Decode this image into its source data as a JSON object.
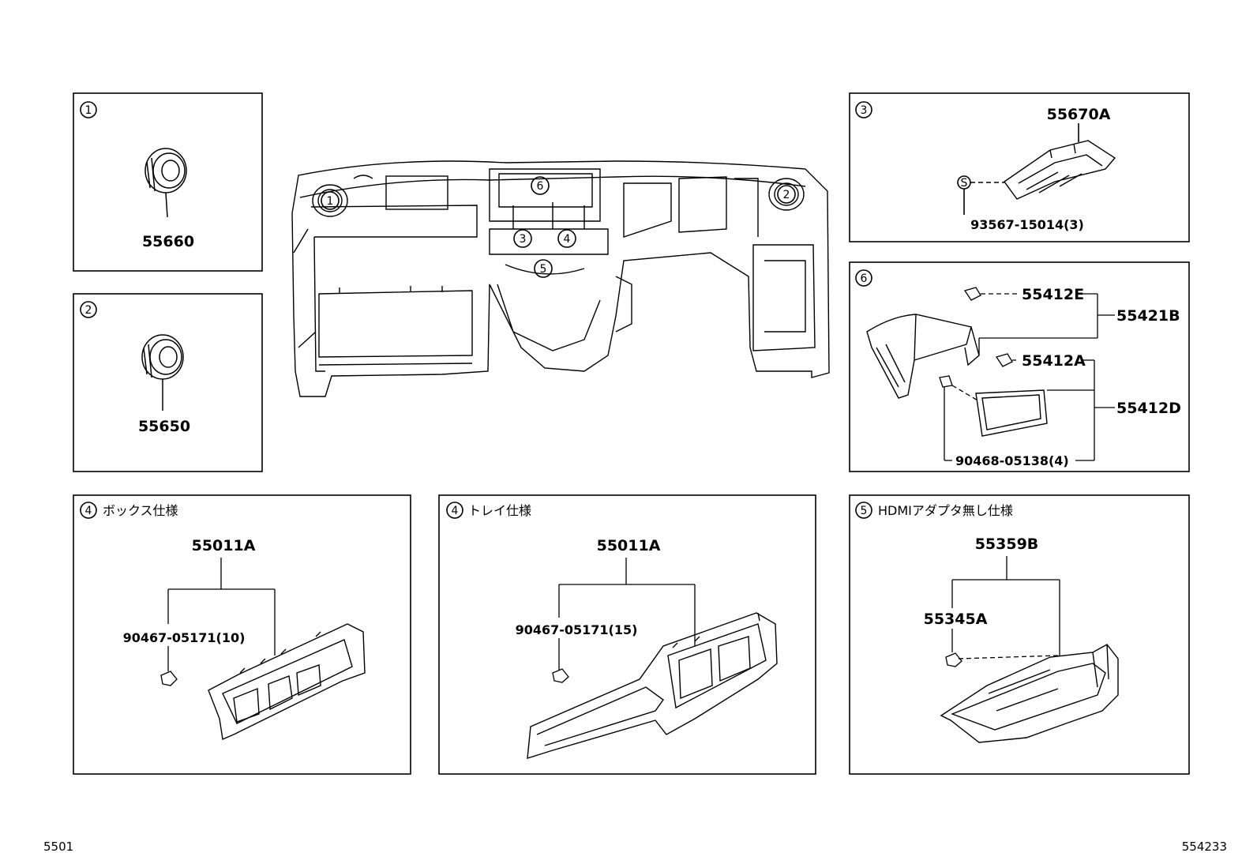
{
  "panels": {
    "p1": {
      "badge": "1",
      "part": "55660"
    },
    "p2": {
      "badge": "2",
      "part": "55650"
    },
    "p3": {
      "badge": "3",
      "part_main": "55670A",
      "part_screw": "93567-15014(3)",
      "screw_mark": "S"
    },
    "p6": {
      "badge": "6",
      "parts": [
        "55412E",
        "55421B",
        "55412A",
        "55412D",
        "90468-05138(4)"
      ]
    },
    "p4a": {
      "badge": "4",
      "title": "ボックス仕様",
      "part_main": "55011A",
      "part_clip": "90467-05171(10)"
    },
    "p4b": {
      "badge": "4",
      "title": "トレイ仕様",
      "part_main": "55011A",
      "part_clip": "90467-05171(15)"
    },
    "p5": {
      "badge": "5",
      "title": "HDMIアダプタ無し仕様",
      "part_main": "55359B",
      "part_clip": "55345A"
    }
  },
  "main_callouts": [
    "1",
    "2",
    "3",
    "4",
    "5",
    "6"
  ],
  "footer": {
    "left": "5501",
    "right": "554233"
  }
}
